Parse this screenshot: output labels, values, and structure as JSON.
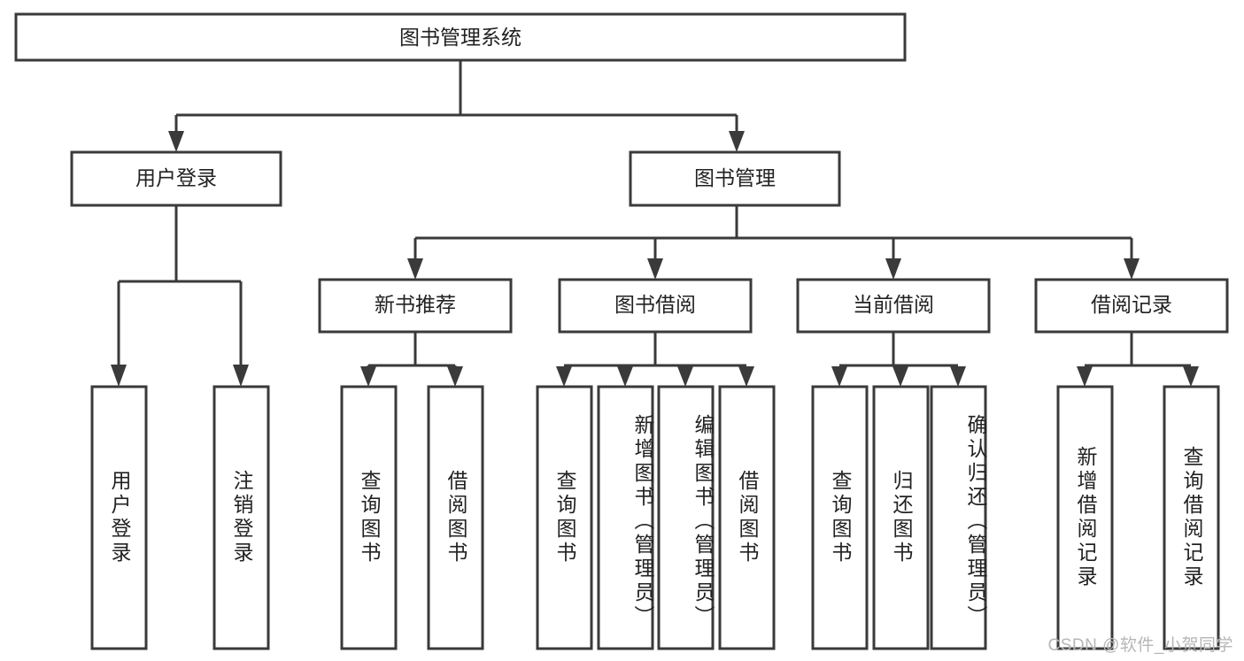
{
  "diagram": {
    "title": "图书管理系统",
    "type": "hierarchy-tree",
    "orientation": "top-down",
    "colors": {
      "box_border": "#3a3a3a",
      "box_fill": "#ffffff",
      "connector": "#3a3a3a",
      "text": "#222222",
      "watermark": "#b6b6b6",
      "background": "#ffffff"
    },
    "root": {
      "label": "图书管理系统",
      "orientation": "horizontal"
    },
    "level2": [
      {
        "label": "用户登录",
        "orientation": "horizontal"
      },
      {
        "label": "图书管理",
        "orientation": "horizontal"
      }
    ],
    "level3": [
      {
        "label": "新书推荐",
        "orientation": "horizontal"
      },
      {
        "label": "图书借阅",
        "orientation": "horizontal"
      },
      {
        "label": "当前借阅",
        "orientation": "horizontal"
      },
      {
        "label": "借阅记录",
        "orientation": "horizontal"
      }
    ],
    "leaves": {
      "user_login": [
        {
          "label": "用户登录",
          "orientation": "vertical"
        },
        {
          "label": "注销登录",
          "orientation": "vertical"
        }
      ],
      "new_book_recommend": [
        {
          "label": "查询图书",
          "orientation": "vertical"
        },
        {
          "label": "借阅图书",
          "orientation": "vertical"
        }
      ],
      "book_borrow": [
        {
          "label": "查询图书",
          "orientation": "vertical"
        },
        {
          "label": "新增图书（管理员）",
          "orientation": "vertical"
        },
        {
          "label": "编辑图书（管理员）",
          "orientation": "vertical"
        },
        {
          "label": "借阅图书",
          "orientation": "vertical"
        }
      ],
      "current_borrow": [
        {
          "label": "查询图书",
          "orientation": "vertical"
        },
        {
          "label": "归还图书",
          "orientation": "vertical"
        },
        {
          "label": "确认归还（管理员）",
          "orientation": "vertical"
        }
      ],
      "borrow_record": [
        {
          "label": "新增借阅记录",
          "orientation": "vertical"
        },
        {
          "label": "查询借阅记录",
          "orientation": "vertical"
        }
      ]
    }
  },
  "watermark": {
    "text": "CSDN @软件_小贺同学"
  }
}
